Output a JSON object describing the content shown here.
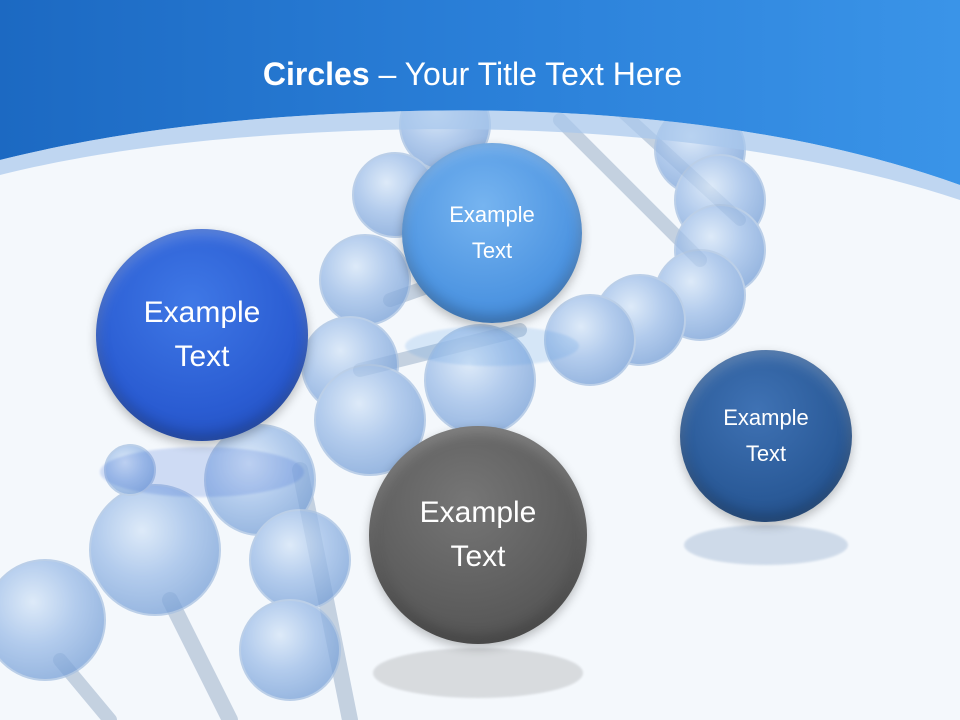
{
  "slide": {
    "title_bold": "Circles",
    "title_rest": " – Your Title Text Here"
  },
  "circles": [
    {
      "label": "Example Text",
      "line1": "Example",
      "line2": "Text",
      "color": "#2a5cd2"
    },
    {
      "label": "Example Text",
      "line1": "Example",
      "line2": "Text",
      "color": "#4f96e2"
    },
    {
      "label": "Example Text",
      "line1": "Example",
      "line2": "Text",
      "color": "#2a5a98"
    },
    {
      "label": "Example Text",
      "line1": "Example",
      "line2": "Text",
      "color": "#5c5c5c"
    }
  ],
  "colors": {
    "header_blue": "#1e6fc8",
    "background": "#f4f8fc"
  }
}
